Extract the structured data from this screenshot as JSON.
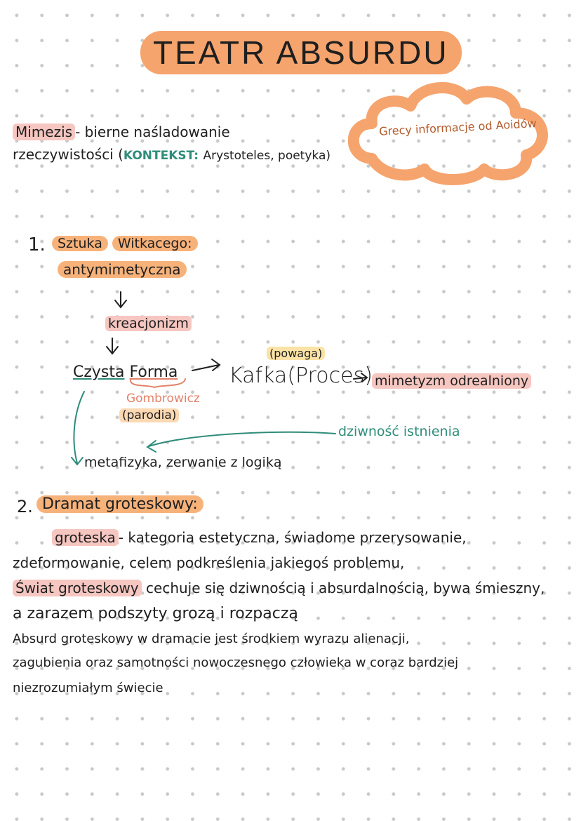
{
  "title": "TEATR ABSURDU",
  "cloud_note": "Grecy informacje od Aoidów",
  "mimesis": {
    "term": "Mimezis",
    "line1_rest": "- bierne naśladowanie",
    "line2_start": "rzeczywistości (",
    "kontekst": "KONTEKST:",
    "line2_end": "Arystoteles, poetyka)"
  },
  "section1": {
    "number": "1.",
    "word1": "Sztuka",
    "word2": "Witkacego:",
    "antymimetyczna": "antymimetyczna",
    "kreacjonizm": "kreacjonizm",
    "czysta": "Czysta",
    "forma": "Forma",
    "kafka": "Kafka",
    "proces": "(Proces)",
    "powaga": "(powaga)",
    "mimetyzm": "mimetyzm odrealniony",
    "gombrowicz": "Gombrowicz",
    "parodia": "(parodia)",
    "dziwnosc": "dziwność istnienia",
    "metafizyka": "metafizyka, zerwanie z logiką"
  },
  "section2": {
    "number": "2.",
    "heading": "Dramat groteskowy:",
    "groteska": "groteska",
    "line1_rest": "- kategoria estetyczna, świadome przerysowanie,",
    "line2": "zdeformowanie, celem podkreślenia jakiegoś problemu,",
    "swiat": "Świat groteskowy",
    "line3_rest": "cechuje się dziwnością i absurdalnością, bywa śmieszny,",
    "line4": "a zarazem podszyty grozą i rozpaczą",
    "line5": "Absurd groteskowy w dramacie jest środkiem wyrazu alienacji,",
    "line6": "zagubienia oraz samotności nowoczesnego człowieka w coraz bardziej",
    "line7": "niezrozumiałym świecie"
  }
}
